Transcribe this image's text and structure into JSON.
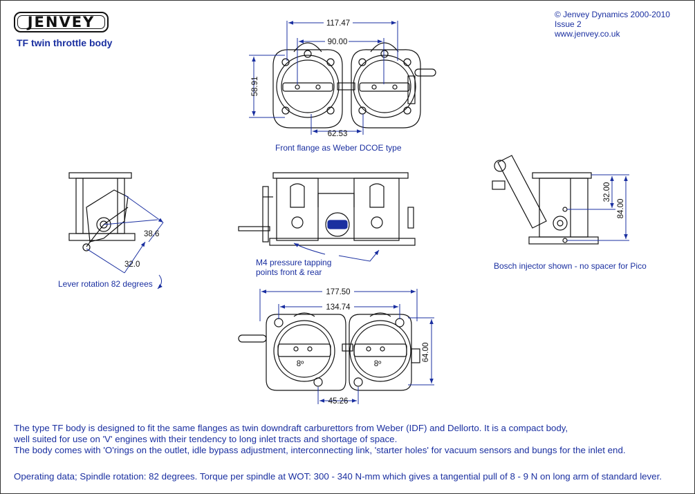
{
  "brand": {
    "logo_text": "JENVEY"
  },
  "header": {
    "subtitle": "TF twin throttle body",
    "copyright_lines": [
      "© Jenvey Dynamics 2000-2010",
      "Issue 2",
      "www.jenvey.co.uk"
    ]
  },
  "dimensions": {
    "front_overall": "117.47",
    "front_centres": "90.00",
    "front_height": "58.91",
    "front_bolt": "62.53",
    "side_arm_long": "38.6",
    "side_arm_short": "32.0",
    "inj_short": "32.00",
    "inj_long": "84.00",
    "bottom_overall": "177.50",
    "bottom_centres": "134.74",
    "bottom_height": "64.00",
    "bottom_bolt": "45.26",
    "angle_label": "8º"
  },
  "captions": {
    "front_flange": "Front flange as Weber DCOE type",
    "lever_rotation": "Lever rotation 82 degrees",
    "pressure_tapping_1": "M4 pressure tapping",
    "pressure_tapping_2": "points front & rear",
    "injector": "Bosch injector shown - no spacer for Pico"
  },
  "description": {
    "lines": [
      "The type TF body is designed to fit the same flanges as twin downdraft carburettors from Weber (IDF) and Dellorto. It is a compact body,",
      "well suited for use on 'V' engines with their tendency to long inlet tracts and shortage of space.",
      "The body comes with 'O'rings on the outlet, idle bypass adjustment, interconnecting link, 'starter holes' for vacuum sensors and bungs for the inlet end."
    ],
    "operating": "Operating data; Spindle rotation: 82 degrees. Torque per spindle at WOT: 300 - 340 N-mm which gives a tangential pull of 8 - 9 N on long arm of standard lever."
  },
  "colors": {
    "text_blue": "#1a2fa0",
    "line_black": "#111111"
  }
}
